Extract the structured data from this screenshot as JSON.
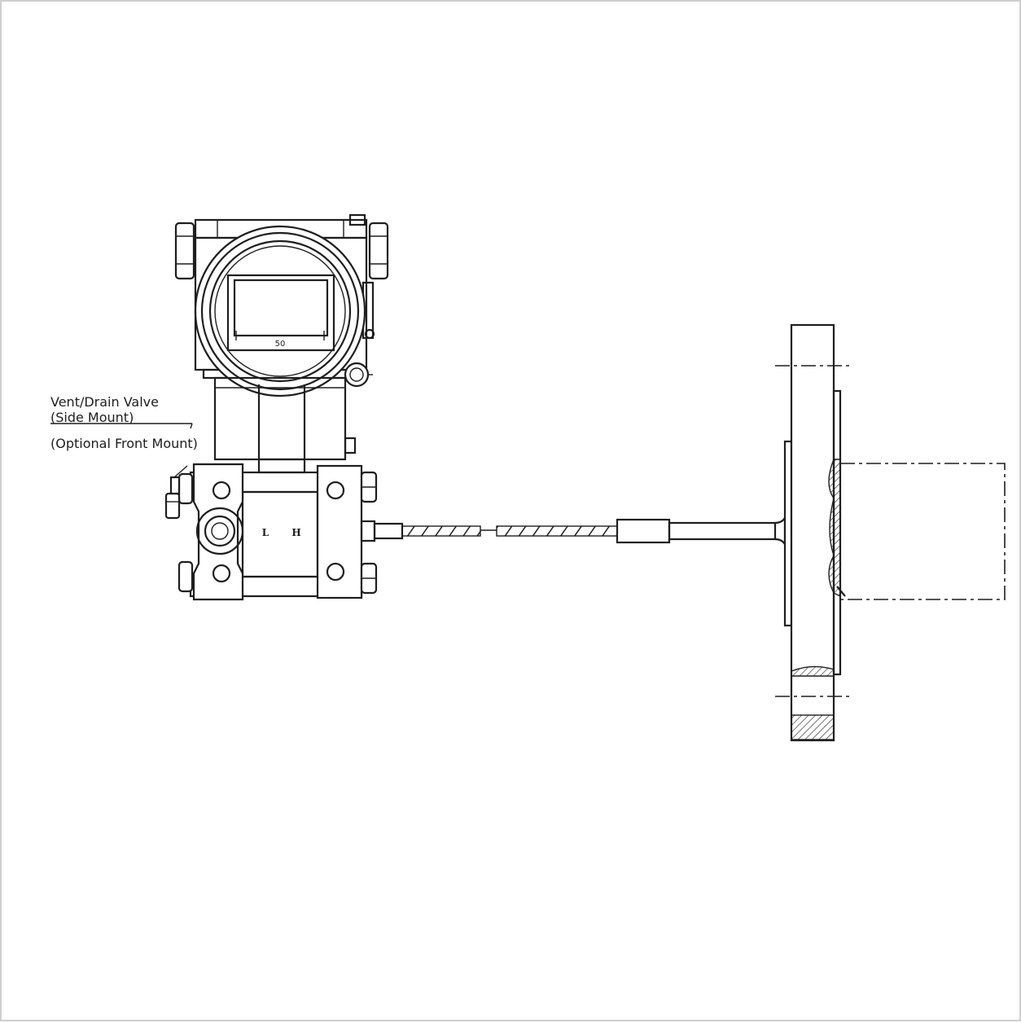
{
  "labels": {
    "vent_drain_valve": "Vent/Drain Valve",
    "side_mount": "(Side Mount)",
    "optional_front_mount": "(Optional Front Mount)"
  },
  "dimensions": {
    "display_width": "50"
  },
  "ports": {
    "low": "L",
    "high": "H"
  }
}
